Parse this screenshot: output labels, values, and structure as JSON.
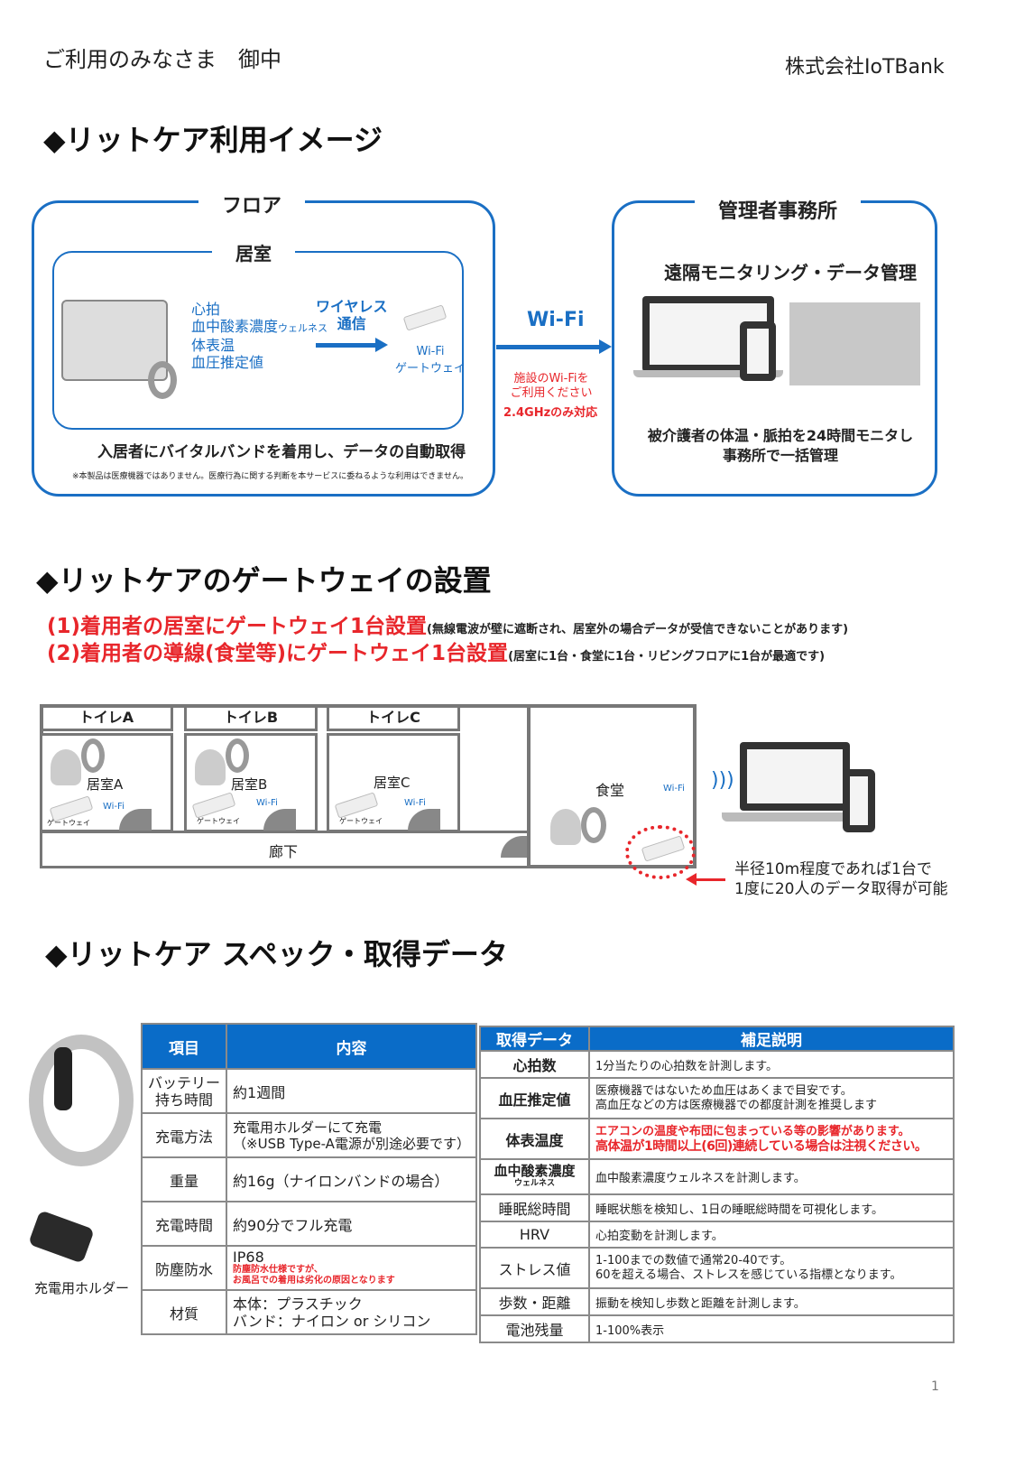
{
  "header": {
    "recipient": "ご利用のみなさま　御中",
    "company": "株式会社IoTBank"
  },
  "section1": {
    "title": "◆リットケア利用イメージ",
    "floor_label": "フロア",
    "room_label": "居室",
    "vitals": [
      "心拍",
      "血中酸素濃度",
      "体表温",
      "血圧推定値"
    ],
    "wellness_small": "ウェルネス",
    "wireless": "ワイヤレス\n通信",
    "gateway": "Wi-Fi\nゲートウェイ",
    "caption": "入居者にバイタルバンドを着用し、データの自動取得",
    "disclaimer": "※本製品は医療機器ではありません。医療行為に関する判断を本サービスに委ねるような利用はできません。",
    "wifi": "Wi-Fi",
    "wifi_note": "施設のWi-Fiを\nご利用ください",
    "wifi_band": "2.4GHzのみ対応",
    "office_label": "管理者事務所",
    "office_title": "遠隔モニタリング・データ管理",
    "office_caption": "被介護者の体温・脈拍を24時間モニタし\n事務所で一括管理"
  },
  "section2": {
    "title": "◆リットケアのゲートウェイの設置",
    "line1": "(1)着用者の居室にゲートウェイ1台設置",
    "line1_note": "(無線電波が壁に遮断され、居室外の場合データが受信できないことがあります)",
    "line2": "(2)着用者の導線(食堂等)にゲートウェイ1台設置",
    "line2_note": "(居室に1台・食堂に1台・リビングフロアに1台が最適です)",
    "toilets": [
      "トイレA",
      "トイレB",
      "トイレC"
    ],
    "rooms": [
      "居室A",
      "居室B",
      "居室C"
    ],
    "wifi_small": "Wi-Fi",
    "gateway_small": "ゲートウェイ",
    "corridor": "廊下",
    "dining": "食堂",
    "range_note": "半径10m程度であれば1台で\n1度に20人のデータ取得が可能"
  },
  "section3": {
    "title": "◆リットケア スペック・取得データ",
    "holder_label": "充電用ホルダー",
    "spec_headers": [
      "項目",
      "内容"
    ],
    "spec_rows": [
      {
        "item": "バッテリー\n持ち時間",
        "value": "約1週間"
      },
      {
        "item": "充電方法",
        "value": "充電用ホルダーにて充電\n（※USB Type-A電源が別途必要です）"
      },
      {
        "item": "重量",
        "value": "約16g（ナイロンバンドの場合）"
      },
      {
        "item": "充電時間",
        "value": "約90分でフル充電"
      },
      {
        "item": "防塵防水",
        "value": "IP68",
        "note": "防塵防水仕様ですが、\nお風呂での着用は劣化の原因となります"
      },
      {
        "item": "材質",
        "value": "本体：プラスチック\nバンド：ナイロン or シリコン"
      }
    ],
    "data_headers": [
      "取得データ",
      "補足説明"
    ],
    "data_rows": [
      {
        "item": "心拍数",
        "desc": "1分当たりの心拍数を計測します。",
        "bold": true
      },
      {
        "item": "血圧推定値",
        "desc": "医療機器ではないため血圧はあくまで目安です。\n高血圧などの方は医療機器での都度計測を推奨します",
        "bold": true
      },
      {
        "item": "体表温度",
        "desc": "エアコンの温度や布団に包まっている等の影響があります。",
        "desc2": "高体温が1時間以上(6回)連続している場合は注視ください。",
        "bold": true,
        "red": true
      },
      {
        "item": "血中酸素濃度",
        "sub": "ウェルネス",
        "desc": "血中酸素濃度ウェルネスを計測します。",
        "bold": true
      },
      {
        "item": "睡眠総時間",
        "desc": "睡眠状態を検知し、1日の睡眠総時間を可視化します。"
      },
      {
        "item": "HRV",
        "desc": "心拍変動を計測します。"
      },
      {
        "item": "ストレス値",
        "desc": "1-100までの数値で通常20-40です。\n60を超える場合、ストレスを感じている指標となります。"
      },
      {
        "item": "歩数・距離",
        "desc": "振動を検知し歩数と距離を計測します。"
      },
      {
        "item": "電池残量",
        "desc": "1-100%表示"
      }
    ]
  },
  "page_number": "1"
}
